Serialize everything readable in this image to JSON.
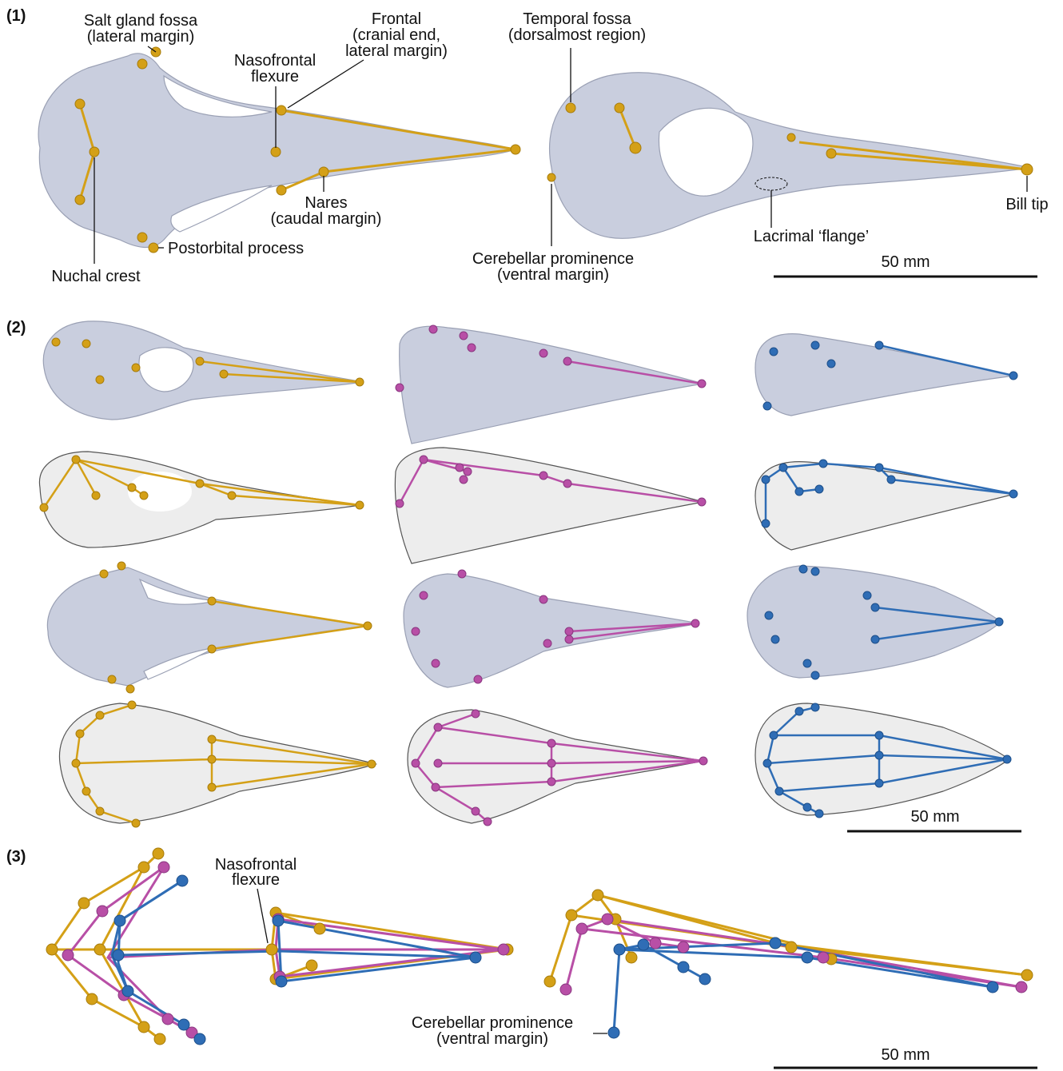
{
  "panels": {
    "p1": "(1)",
    "p2": "(2)",
    "p3": "(3)"
  },
  "colors": {
    "gold": "#d4a017",
    "magenta": "#b84fa6",
    "blue": "#2f6db5"
  },
  "landmarks_panel1": {
    "salt_gland_fossa_1": "Salt gland fossa",
    "salt_gland_fossa_2": "(lateral margin)",
    "frontal_1": "Frontal",
    "frontal_2": "(cranial end,",
    "frontal_3": "lateral margin)",
    "nasofrontal_1": "Nasofrontal",
    "nasofrontal_2": "flexure",
    "temporal_fossa_1": "Temporal fossa",
    "temporal_fossa_2": "(dorsalmost region)",
    "nares_1": "Nares",
    "nares_2": "(caudal margin)",
    "postorbital": "Postorbital process",
    "nuchal_crest": "Nuchal crest",
    "cerebellar_1": "Cerebellar prominence",
    "cerebellar_2": "(ventral margin)",
    "lacrimal": "Lacrimal ‘flange’",
    "bill_tip": "Bill tip"
  },
  "panel3_labels": {
    "nasofrontal_1": "Nasofrontal",
    "nasofrontal_2": "flexure",
    "cerebellar_1": "Cerebellar prominence",
    "cerebellar_2": "(ventral margin)"
  },
  "scale_bars": {
    "bar1": "50 mm",
    "bar2": "50 mm",
    "bar3": "50 mm"
  }
}
